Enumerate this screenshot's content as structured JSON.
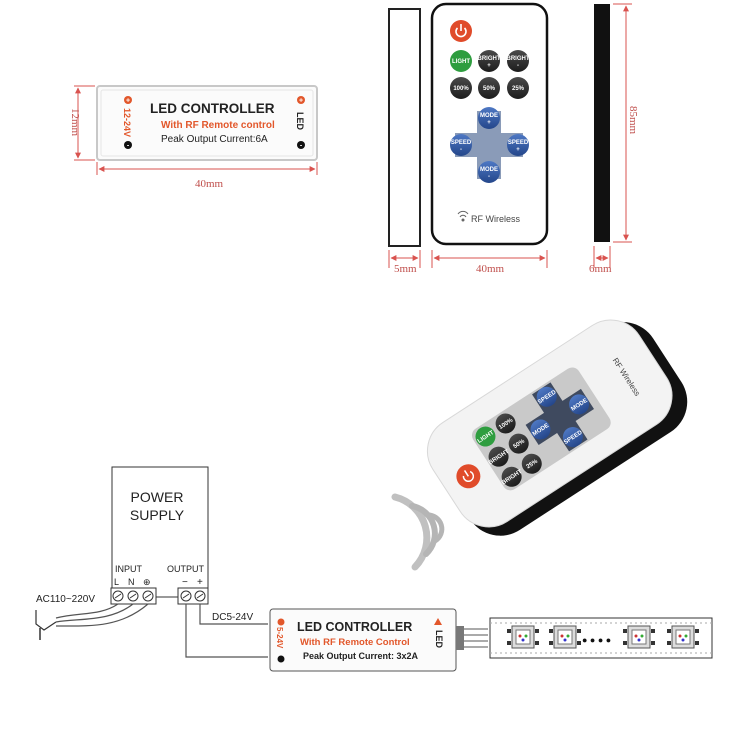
{
  "colors": {
    "dimension_line": "#d9534f",
    "accent_orange": "#e2572b",
    "btn_gray": "#333333",
    "btn_blue": "#3560a8",
    "btn_green": "#2e9d3f",
    "btn_red": "#e04b2a",
    "wire": "#555555"
  },
  "top_controller": {
    "title": "LED CONTROLLER",
    "subtitle": "With RF Remote control",
    "peak": "Peak Output Current:6A",
    "voltage": "12-24V",
    "led_label": "LED",
    "dim_height": "12mm",
    "dim_width": "40mm"
  },
  "remote_side": {
    "dim_thickness": "5mm",
    "icon": "remote-side-profile"
  },
  "remote_front": {
    "buttons": {
      "power_icon": "power-icon",
      "light": "LIGHT",
      "bright_up": "BRIGHT",
      "bright_up_sign": "+",
      "bright_down": "BRIGHT",
      "bright_down_sign": "-",
      "pct100": "100%",
      "pct50": "50%",
      "pct25": "25%",
      "mode_up": "MODE",
      "mode_up_sign": "+",
      "speed_left": "SPEED",
      "speed_left_sign": "-",
      "speed_right": "SPEED",
      "speed_right_sign": "+",
      "mode_down": "MODE",
      "mode_down_sign": "-"
    },
    "wireless": "RF Wireless",
    "wifi_icon": "wireless-icon",
    "dim_width": "40mm"
  },
  "remote_back": {
    "dim_height": "85mm",
    "dim_thickness": "6mm"
  },
  "remote_3d": {
    "wireless": "RF Wireless",
    "labels": [
      "SPEED",
      "MODE",
      "MODE",
      "SPEED",
      "25%",
      "50%",
      "100%",
      "BRIGHT",
      "BRIGHT",
      "LIGHT"
    ],
    "signal_icon": "signal-waves-icon"
  },
  "power_supply": {
    "title_line1": "POWER",
    "title_line2": "SUPPLY",
    "input_label": "INPUT",
    "output_label": "OUTPUT",
    "term_l": "L",
    "term_n": "N",
    "term_gnd": "⊕",
    "term_minus": "−",
    "term_plus": "+",
    "ac_label": "AC110~220V"
  },
  "bottom_controller": {
    "dc_label": "DC5-24V",
    "title": "LED CONTROLLER",
    "subtitle": "With RF Remote Control",
    "peak": "Peak Output Current: 3x2A",
    "voltage": "5-24V",
    "led_label": "LED"
  },
  "led_strip": {
    "dots": "● ● ● ●"
  }
}
